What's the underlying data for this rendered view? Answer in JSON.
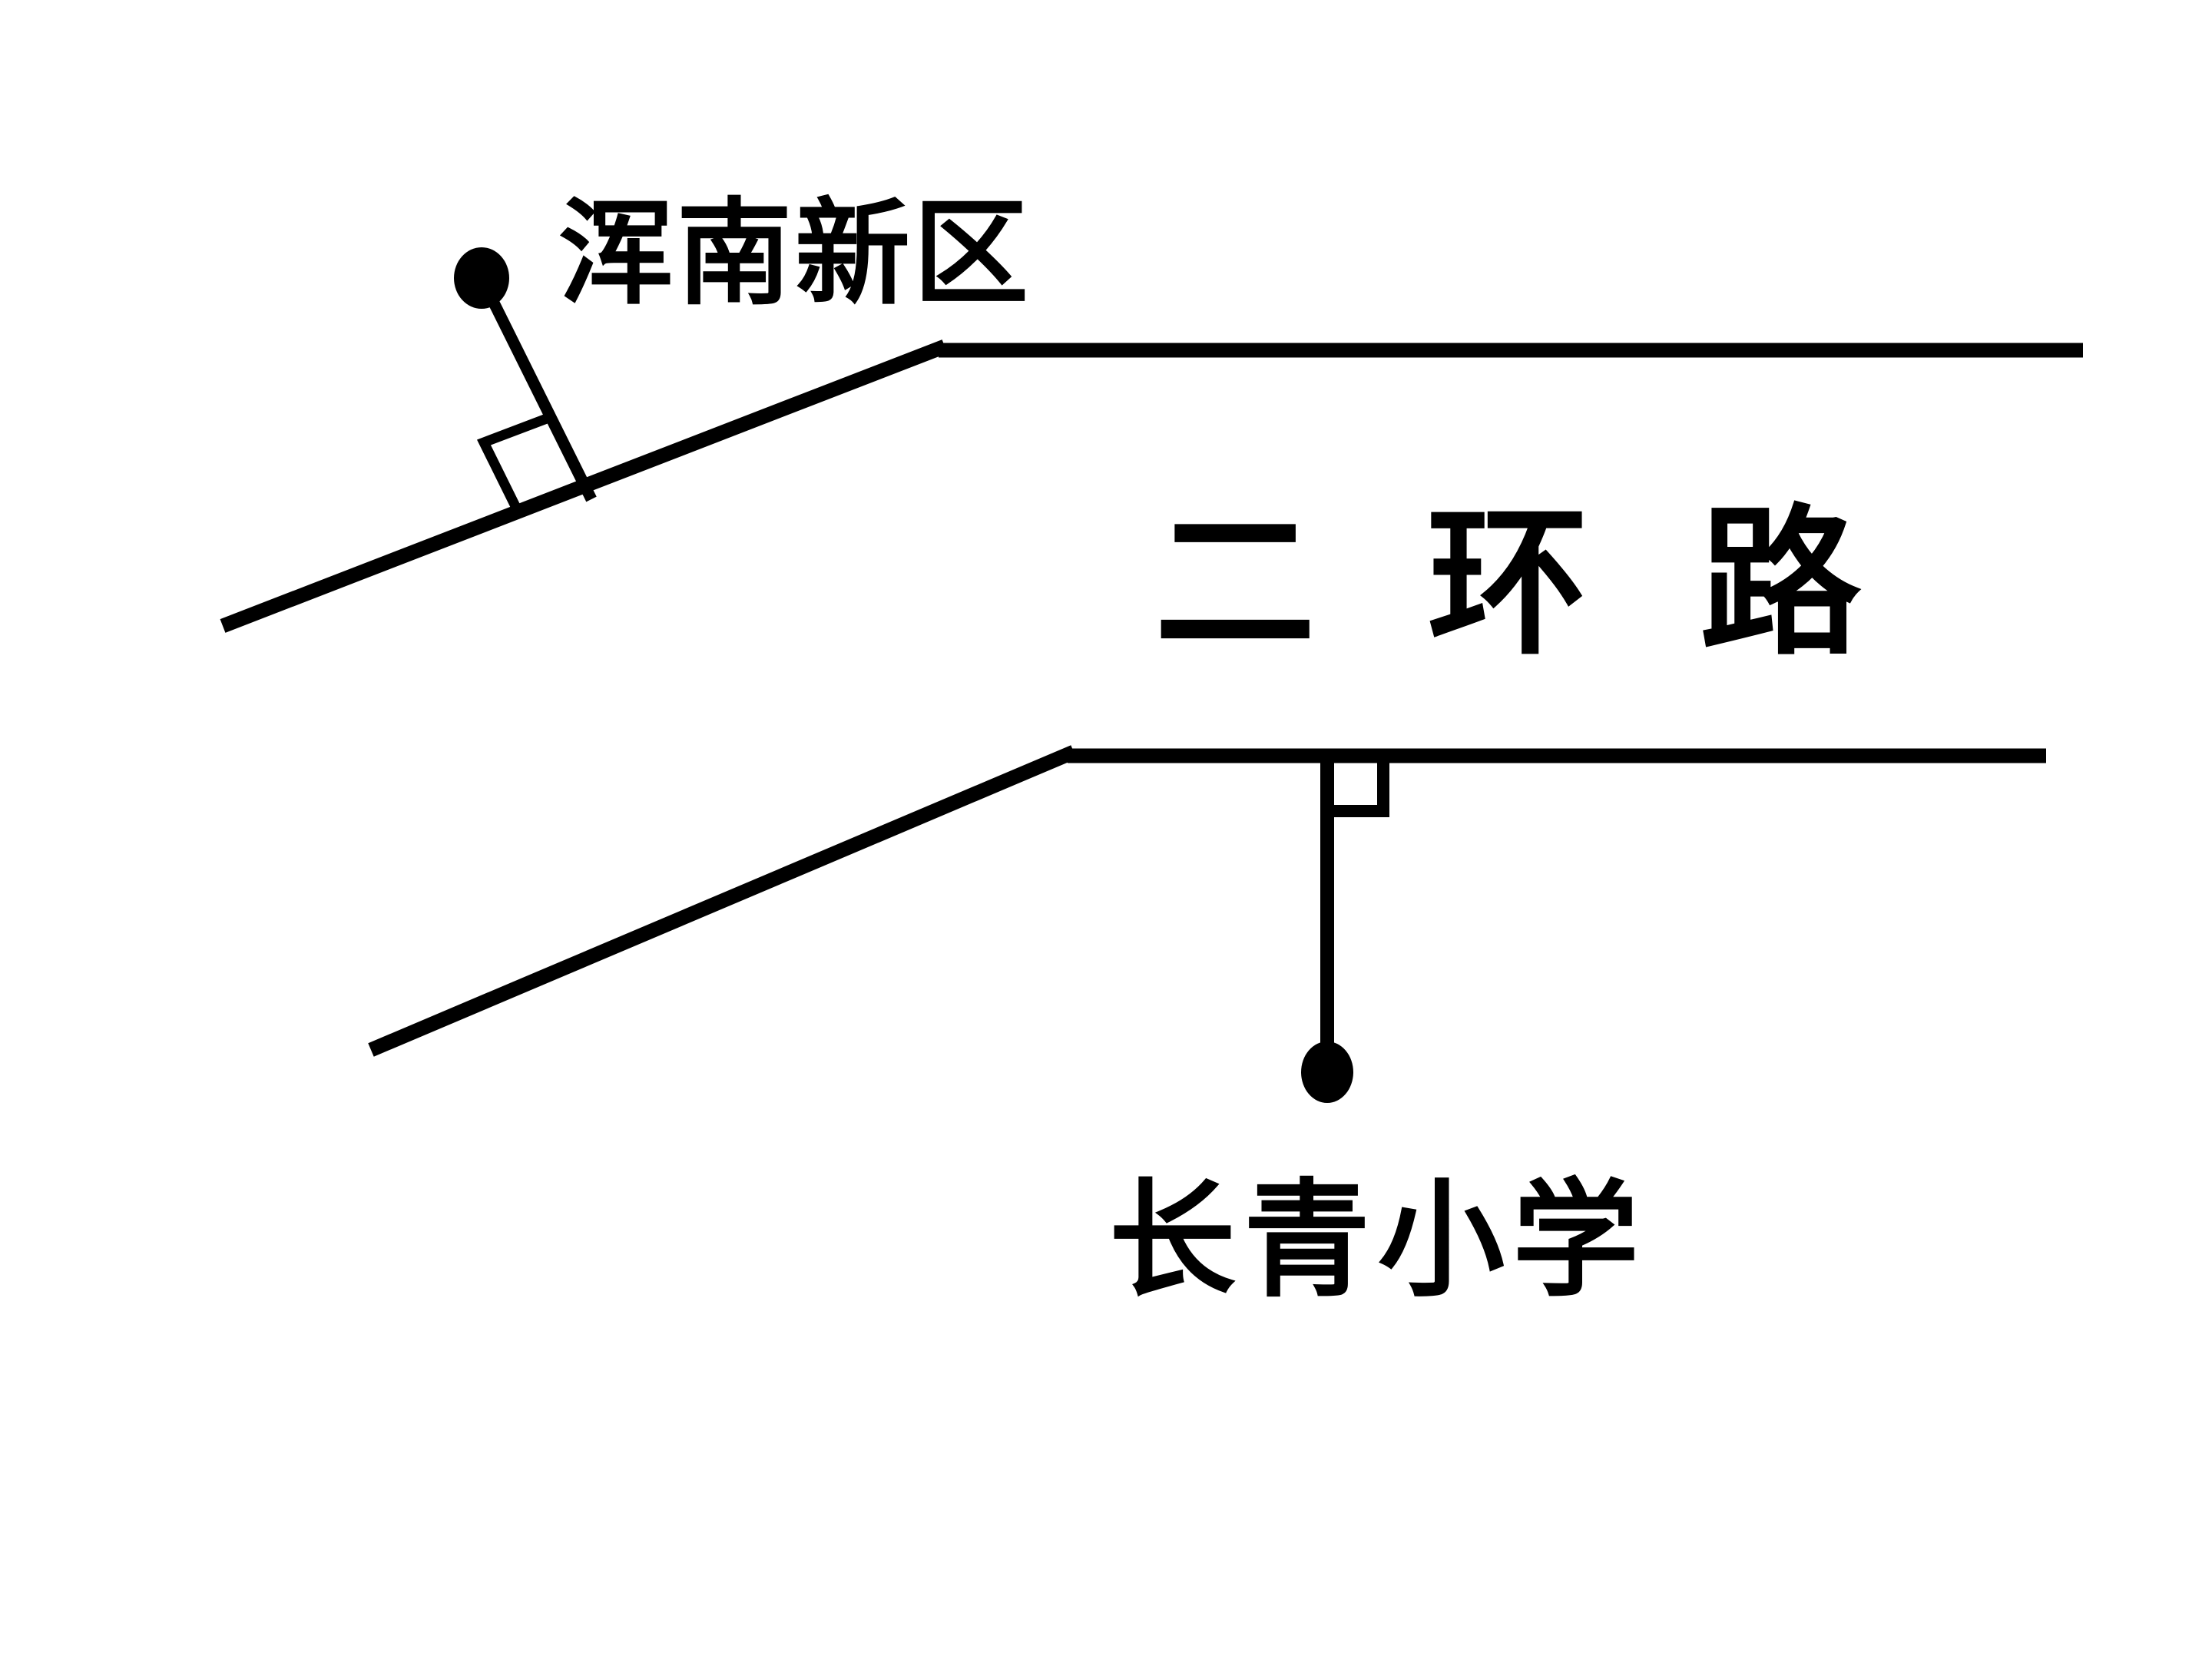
{
  "diagram": {
    "background_color": "#ffffff",
    "ink_color": "#000000",
    "road_name": "二环路",
    "upper_location": {
      "label": "浑南新区",
      "marker": "filled-dot",
      "connection": "perpendicular-segment-with-right-angle-mark"
    },
    "lower_location": {
      "label": "长青小学",
      "marker": "filled-dot",
      "connection": "perpendicular-segment-with-right-angle-mark"
    }
  }
}
